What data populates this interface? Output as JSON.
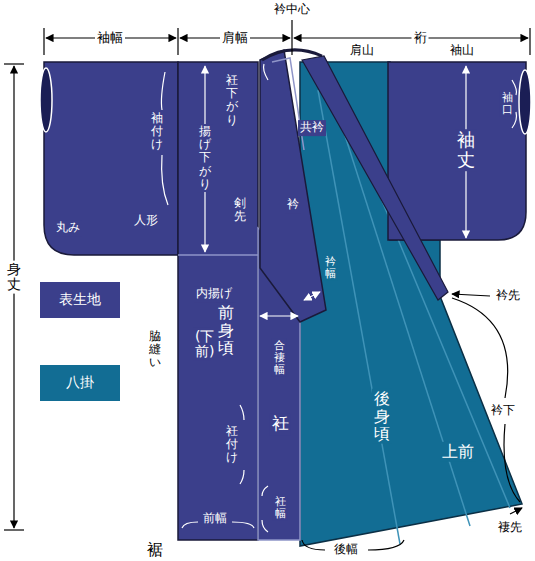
{
  "diagram": {
    "labels": [
      "袖幅",
      "肩幅",
      "衿中心",
      "裄",
      "肩山",
      "袖山",
      "衽下がり",
      "共衿",
      "袖付け",
      "揚げ下がり",
      "袖口",
      "袖丈",
      "剣先",
      "衿",
      "丸み",
      "人形",
      "衿幅",
      "身丈",
      "衿先",
      "内揚げ",
      "脇縫い",
      "前身頃",
      "(下前)",
      "合褄幅",
      "後身頃",
      "衿下",
      "上前",
      "衽付け",
      "衽",
      "衽幅",
      "前幅",
      "褄先",
      "裾",
      "後幅"
    ],
    "legend": [
      {
        "text": "表生地",
        "color": "#3b3f8b"
      },
      {
        "text": "八掛",
        "color": "#126d94"
      }
    ]
  }
}
